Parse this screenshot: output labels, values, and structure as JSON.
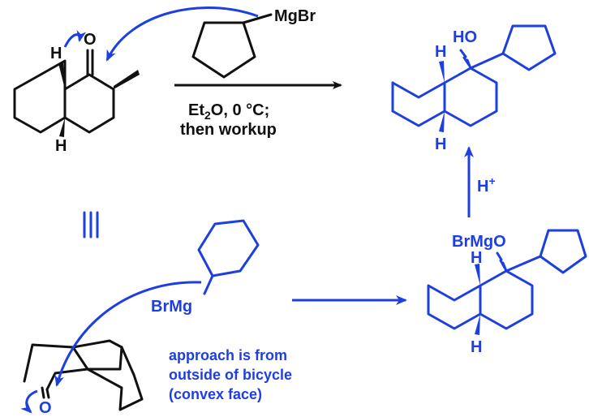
{
  "reagent": {
    "grignard": "MgBr",
    "conditions_line1_pre": "Et",
    "conditions_line1_sub": "2",
    "conditions_line1_post": "O, 0 °C;",
    "conditions_line2": "then workup"
  },
  "starting_material": {
    "carbonyl_oxygen": "O",
    "h_top": "H",
    "h_bottom": "H"
  },
  "product": {
    "hydroxyl": "HO",
    "h_top": "H",
    "h_bottom": "H"
  },
  "equivalence_symbol": "|||",
  "protonation": {
    "label": "H",
    "superscript": "+"
  },
  "alkoxide": {
    "label": "BrMgO",
    "h_top": "H",
    "h_bottom": "H"
  },
  "approach": {
    "grignard_label": "BrMg",
    "oxygen": "O",
    "note_lines": [
      "approach is from",
      "outside of bicycle",
      "(convex face)"
    ]
  },
  "colors": {
    "structure": "#111111",
    "annotation": "#1e3fe0"
  }
}
